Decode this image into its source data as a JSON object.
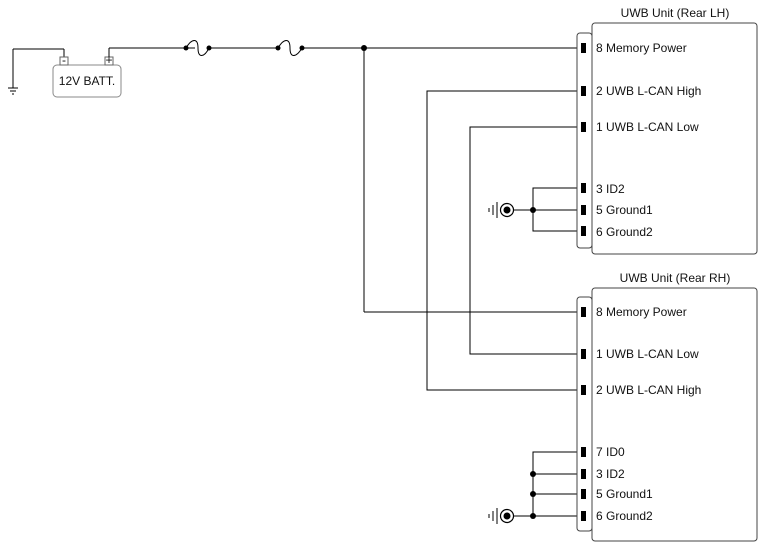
{
  "battery": {
    "label": "12V BATT.",
    "neg_symbol": "-",
    "pos_symbol": "+"
  },
  "units": [
    {
      "title": "UWB Unit (Rear LH)",
      "pins": [
        {
          "label": "8 Memory Power"
        },
        {
          "label": "2 UWB L-CAN High"
        },
        {
          "label": "1 UWB L-CAN Low"
        },
        {
          "label": "3 ID2"
        },
        {
          "label": "5 Ground1"
        },
        {
          "label": "6 Ground2"
        }
      ]
    },
    {
      "title": "UWB Unit (Rear RH)",
      "pins": [
        {
          "label": "8 Memory Power"
        },
        {
          "label": "1 UWB L-CAN Low"
        },
        {
          "label": "2 UWB L-CAN High"
        },
        {
          "label": "7 ID0"
        },
        {
          "label": "3 ID2"
        },
        {
          "label": "5 Ground1"
        },
        {
          "label": "6 Ground2"
        }
      ]
    }
  ]
}
